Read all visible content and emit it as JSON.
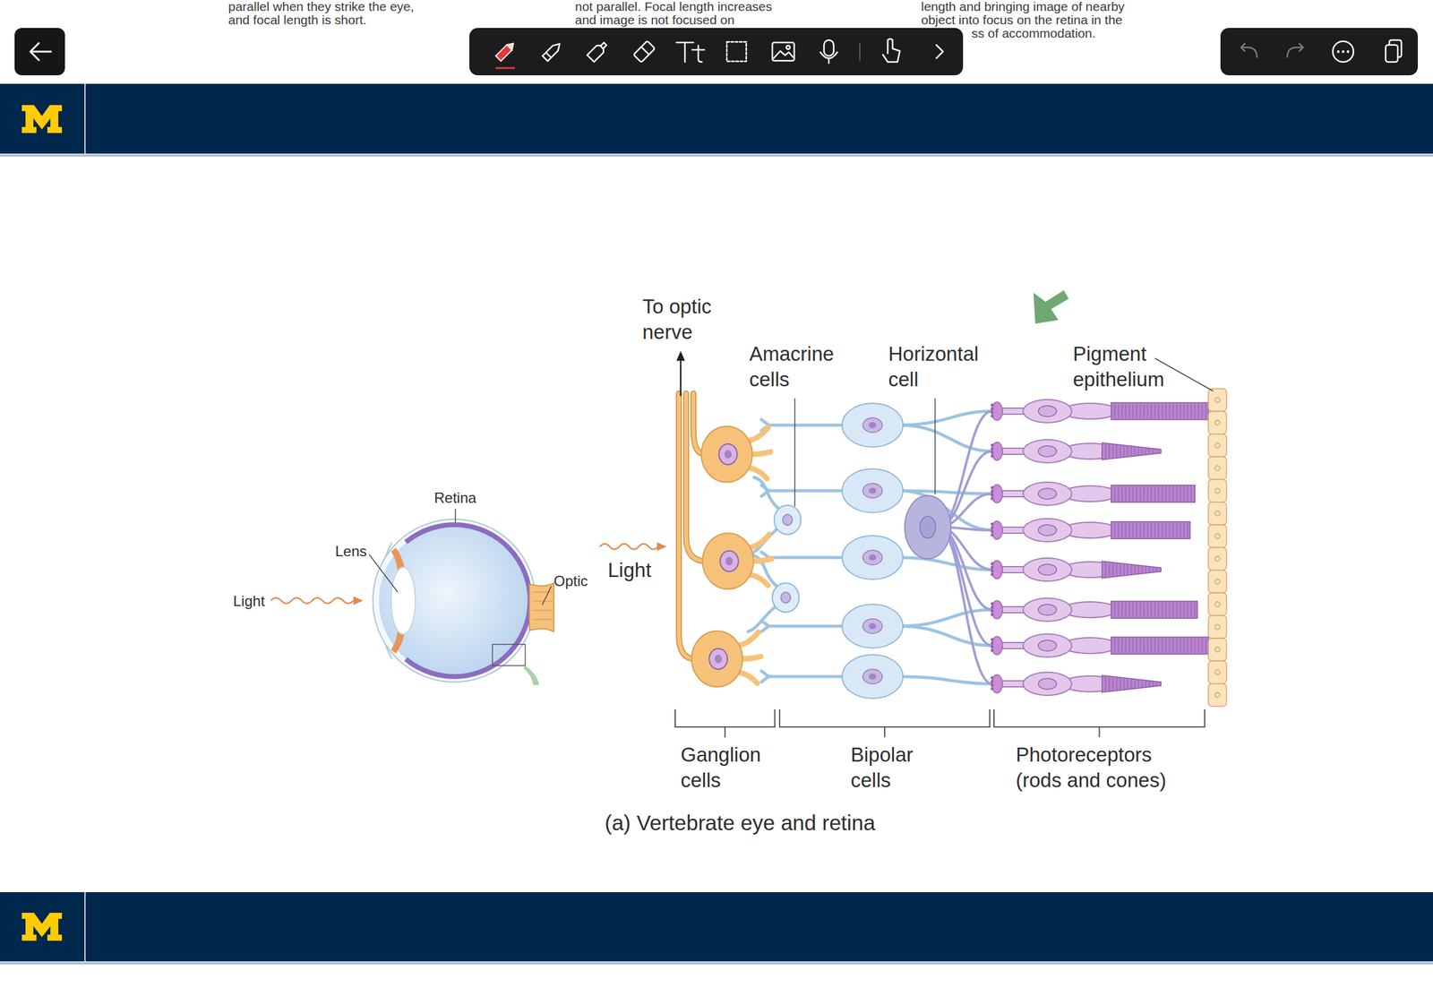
{
  "diagram": {
    "caption": "(a) Vertebrate eye and retina",
    "labels": [
      "parallel when they strike the eye,",
      "and focal length is short.",
      "not parallel. Focal length increases",
      "and image is not focused on",
      "length and bringing image of nearby",
      "object into focus on the retina in the",
      "ss of accommodation.",
      "To optic nerve",
      "Amacrine cells",
      "Horizontal cell",
      "Pigment epithelium",
      "Retina",
      "Lens",
      "Light",
      "Optic",
      "Light",
      "Ganglion cells",
      "Bipolar cells",
      "Photoreceptors (rods and cones)"
    ]
  }
}
